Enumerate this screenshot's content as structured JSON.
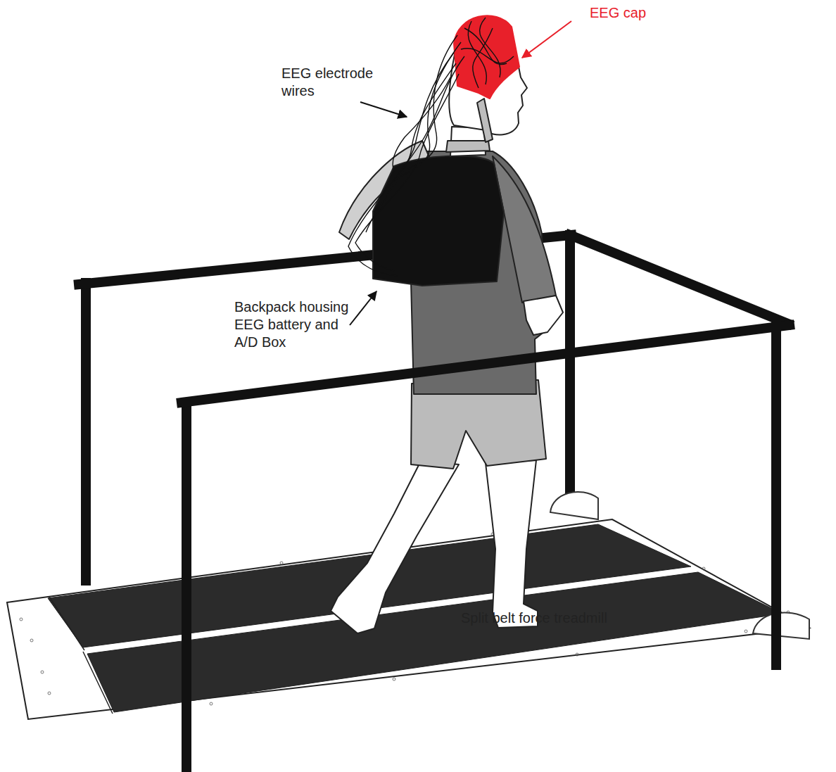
{
  "diagram": {
    "labels": [
      "EEG cap",
      "EEG electrode wires",
      "Backpack housing EEG battery and A/D Box",
      "Split belt force treadmill"
    ]
  }
}
